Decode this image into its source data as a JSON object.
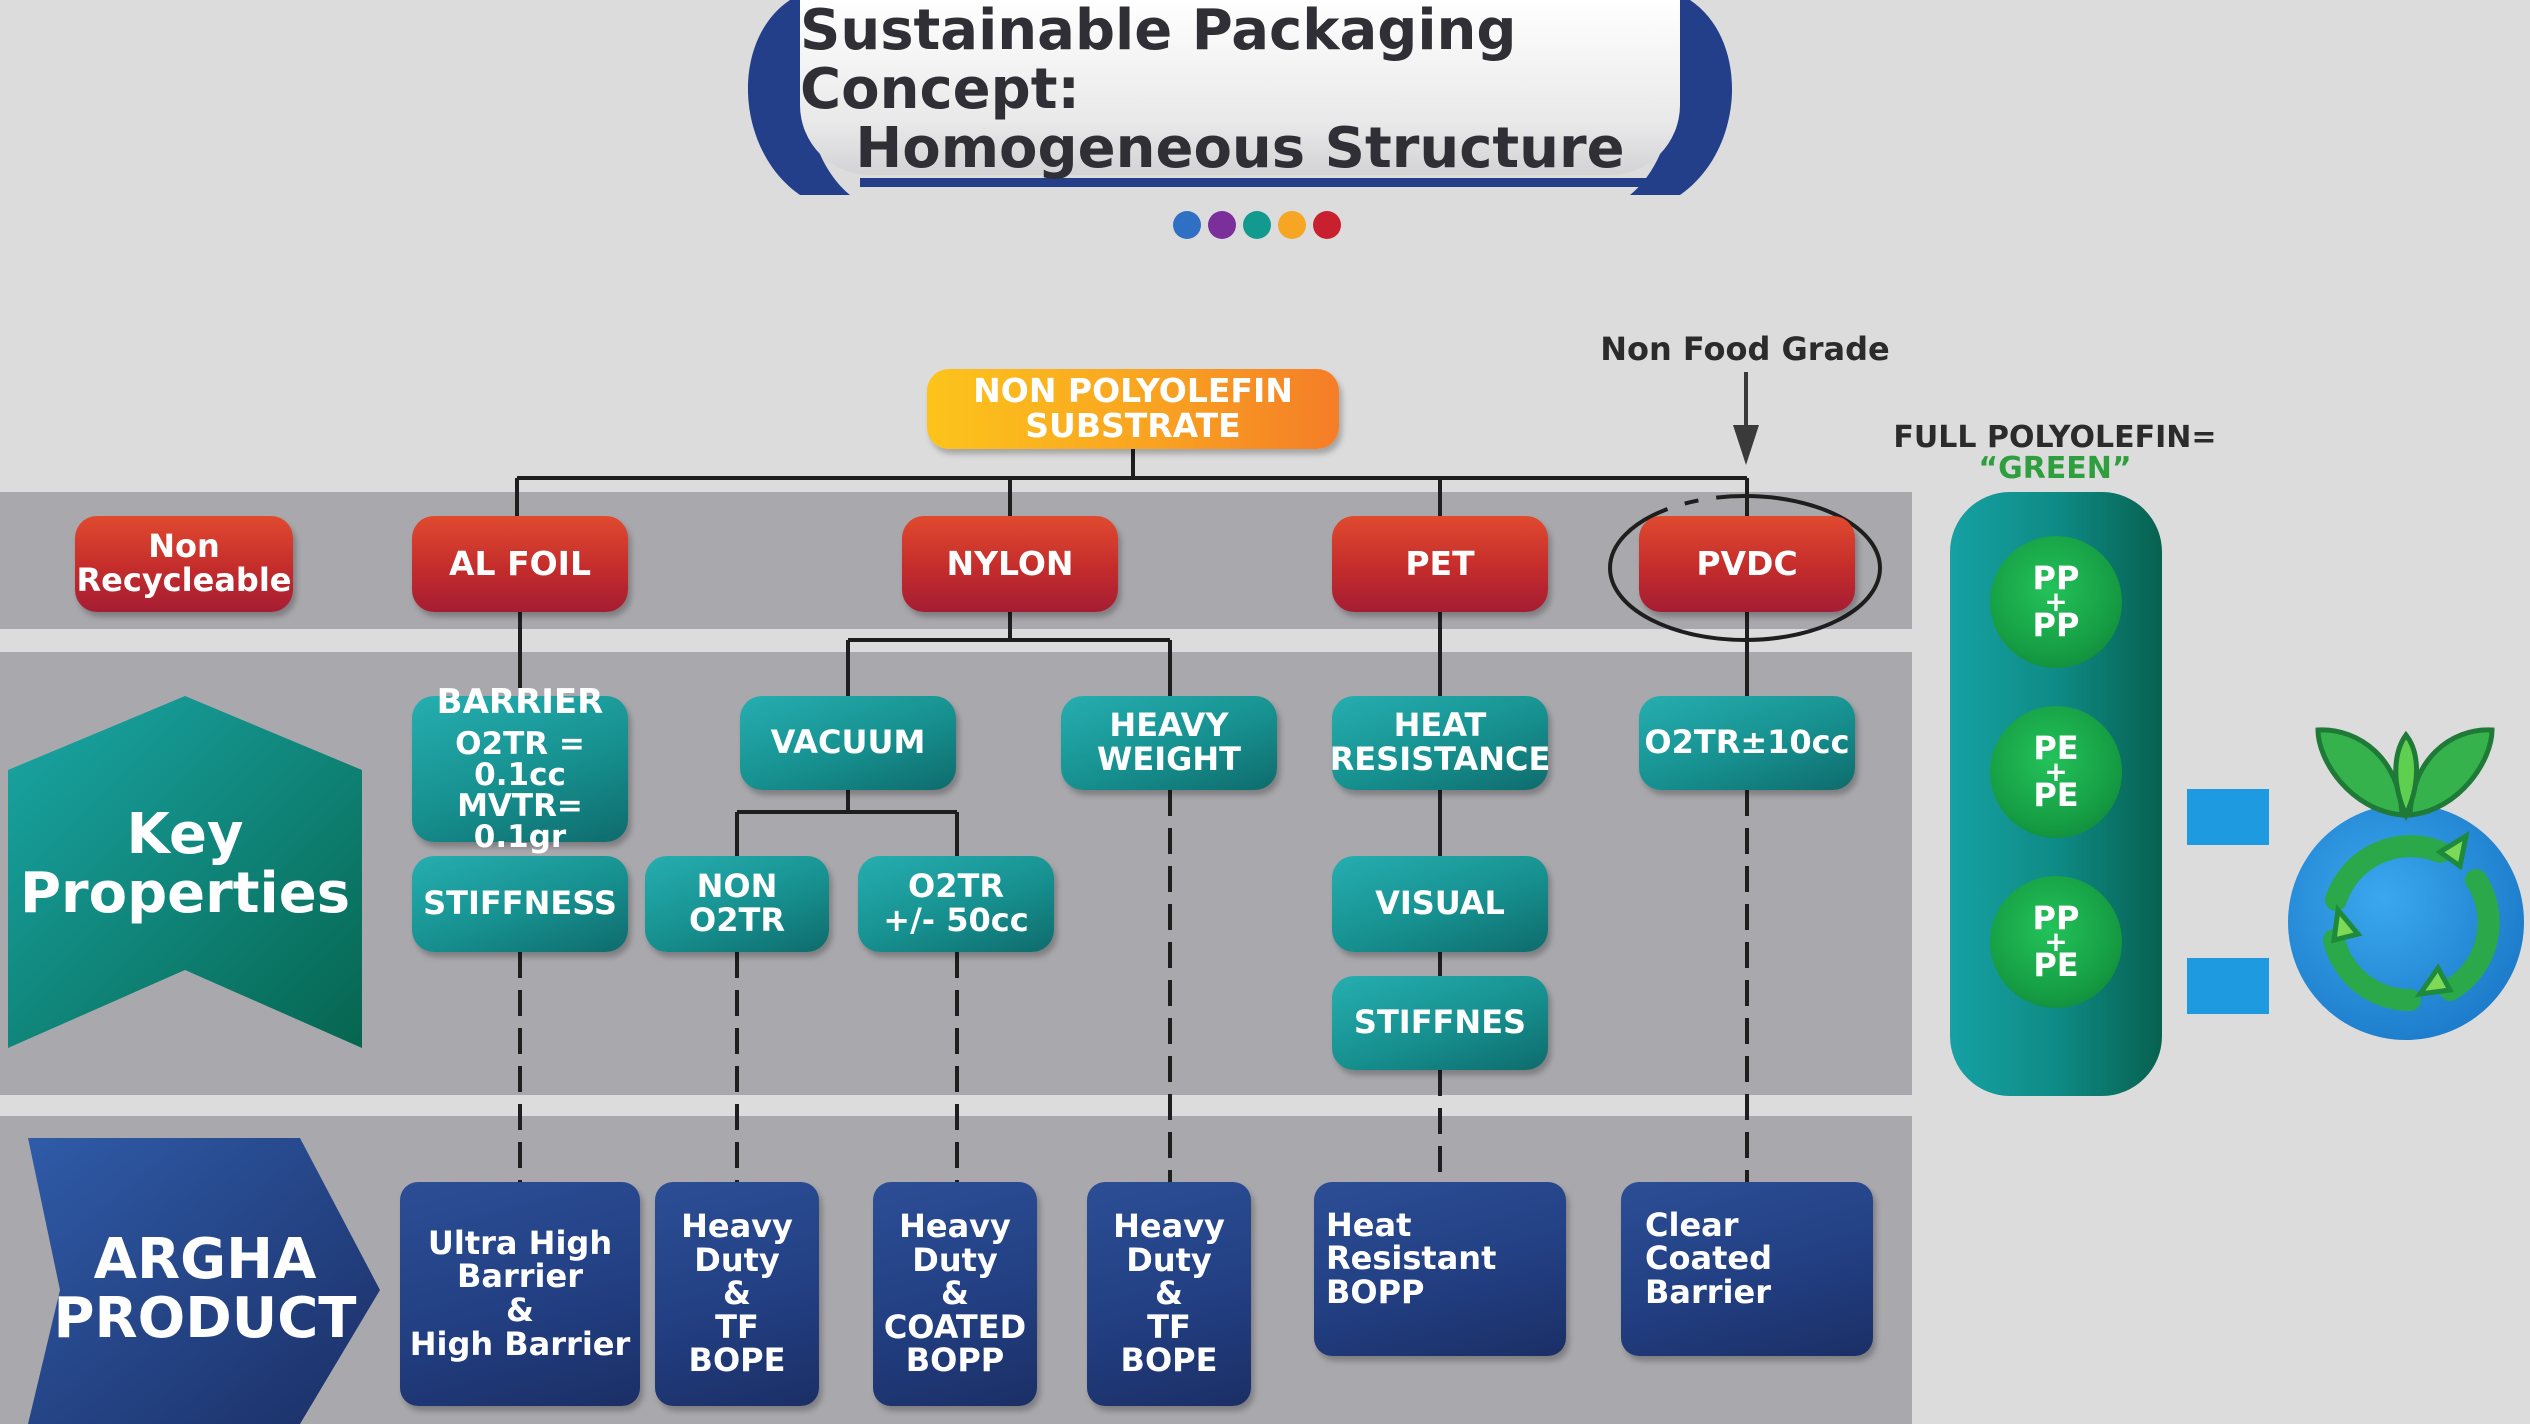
{
  "title": {
    "line1": "Sustainable Packaging Concept:",
    "line2": "Homogeneous Structure"
  },
  "title_dots": [
    "#2f6fc4",
    "#7b2f9a",
    "#139a8e",
    "#f6a623",
    "#c8202f"
  ],
  "root": {
    "line1": "NON POLYOLEFIN",
    "line2": "SUBSTRATE"
  },
  "non_food_label": "Non Food Grade",
  "non_recyclable": {
    "line1": "Non",
    "line2": "Recycleable"
  },
  "substrates": [
    "AL FOIL",
    "NYLON",
    "PET",
    "PVDC"
  ],
  "key_properties": {
    "line1": "Key",
    "line2": "Properties"
  },
  "properties": {
    "barrier": {
      "title": "BARRIER",
      "line1": "O2TR = 0.1cc",
      "line2": "MVTR= 0.1gr"
    },
    "stiffness": "STIFFNESS",
    "vacuum": "VACUUM",
    "heavy_weight": {
      "line1": "HEAVY",
      "line2": "WEIGHT"
    },
    "heat_resistance": {
      "line1": "HEAT",
      "line2": "RESISTANCE"
    },
    "o2tr_10": "O2TR±10cc",
    "non_o2tr": {
      "line1": "NON",
      "line2": "O2TR"
    },
    "o2tr_50": {
      "line1": "O2TR",
      "line2": "+/- 50cc"
    },
    "visual": "VISUAL",
    "stiffnes": "STIFFNES"
  },
  "argha": {
    "line1": "ARGHA",
    "line2": "PRODUCT"
  },
  "products": {
    "p1": [
      "Ultra High",
      "Barrier",
      "&",
      "High Barrier"
    ],
    "p2": [
      "Heavy",
      "Duty",
      "&",
      "TF",
      "BOPE"
    ],
    "p3": [
      "Heavy",
      "Duty",
      "&",
      "COATED",
      "BOPP"
    ],
    "p4": [
      "Heavy",
      "Duty",
      "&",
      "TF",
      "BOPE"
    ],
    "p5": [
      "Heat Resistant",
      "BOPP"
    ],
    "p6": [
      "Clear Coated",
      "Barrier"
    ]
  },
  "full_polyolefin": {
    "line1": "FULL POLYOLEFIN=",
    "line2": "“GREEN”"
  },
  "polyolefin_combos": [
    {
      "top": "PP",
      "plus": "+",
      "bottom": "PP"
    },
    {
      "top": "PE",
      "plus": "+",
      "bottom": "PE"
    },
    {
      "top": "PP",
      "plus": "+",
      "bottom": "PE"
    }
  ],
  "colors": {
    "red": "#c42c2c",
    "teal": "#16908f",
    "navy": "#223f82",
    "orange": "#f9a321",
    "green_text": "#2e9e3e",
    "band": "#a9a9ad"
  }
}
